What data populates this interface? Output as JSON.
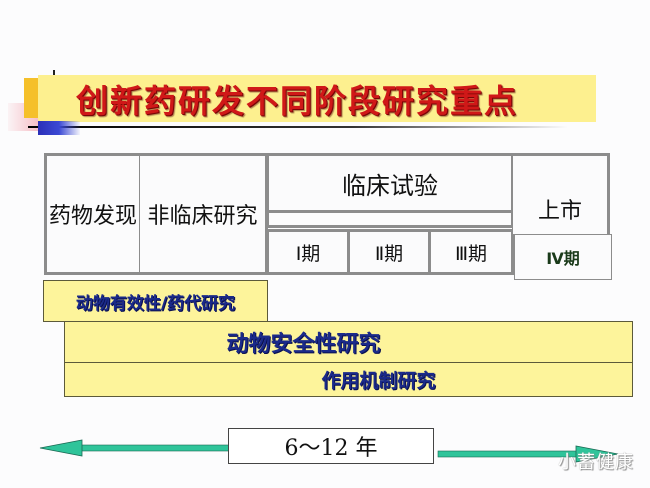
{
  "title": "创新药研发不同阶段研究重点",
  "stages": {
    "discovery": "药物发现",
    "preclinical": "非临床研究",
    "clinical": "临床试验",
    "market": "上市",
    "phases": [
      "Ⅰ期",
      "Ⅱ期",
      "Ⅲ期"
    ],
    "phase4": "Ⅳ期"
  },
  "bars": {
    "efficacy": "动物有效性/药代研究",
    "safety": "动物安全性研究",
    "mechanism": "作用机制研究"
  },
  "timeline": {
    "duration": "6～12 年",
    "arrow_color": "#2fc49a"
  },
  "watermark": "小蓄健康",
  "colors": {
    "title_red": "#d01818",
    "banner_yellow": "#fdf08f",
    "bar_yellow": "#fdf49b",
    "bar_text_blue": "#1b2a8a",
    "box_border": "#8c8c8c"
  }
}
